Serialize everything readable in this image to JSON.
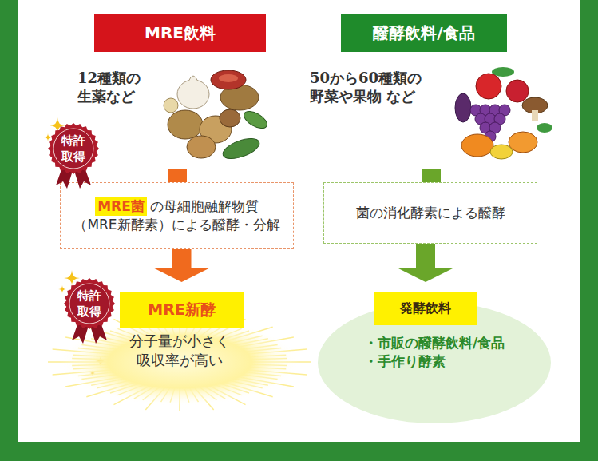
{
  "diagram": {
    "nodes": [
      {
        "text": [
          "MRE飲料"
        ]
      },
      {
        "text": [
          "醱酵飲料/食品"
        ]
      },
      {
        "text": [
          "特許 取得"
        ]
      },
      {
        "text": [
          "MRE菌",
          "の母細胞融解物質",
          "（MRE新酵素）による醱酵・分解"
        ]
      },
      {
        "text": [
          "菌の消化酵素による醱酵"
        ]
      },
      {
        "text": [
          "特許 取得"
        ]
      },
      {
        "text": [
          "MRE新酵"
        ]
      },
      {
        "text": [
          "発酵飲料"
        ]
      },
      {
        "text": [
          "分子量が小さく 吸収率が高い"
        ]
      },
      {
        "text": [
          "・市販の醱酵飲料/食品",
          "・手作り酵素"
        ]
      }
    ],
    "edges": [
      {
        "from": 3,
        "to": 6,
        "arrow": "to"
      },
      {
        "from": 4,
        "to": 7,
        "arrow": "to"
      }
    ],
    "labels": [
      "12種類の 生薬など",
      "50から60種類の 野菜や果物 など"
    ]
  }
}
